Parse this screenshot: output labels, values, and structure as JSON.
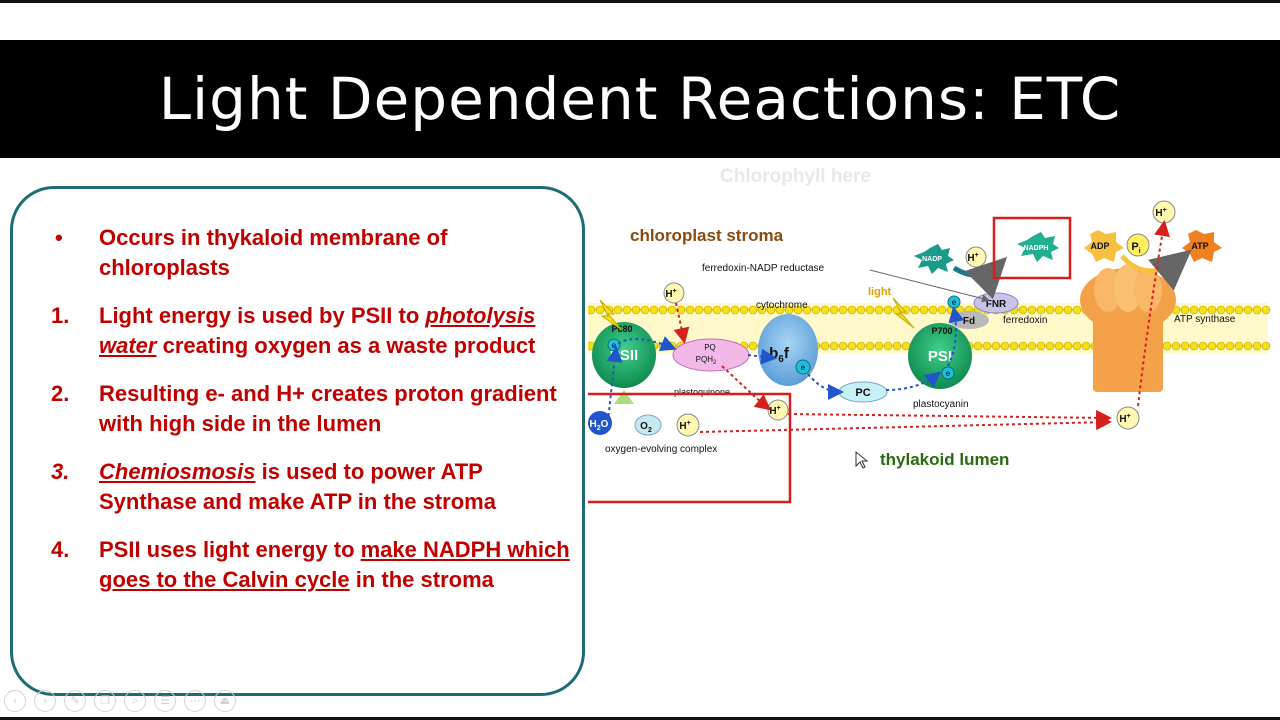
{
  "slide": {
    "title": "Light Dependent Reactions: ETC"
  },
  "bullets": [
    {
      "marker": "•",
      "segments": [
        {
          "text": "Occurs in thykaloid membrane of chloroplasts",
          "style": "plain"
        }
      ]
    },
    {
      "marker": "1.",
      "segments": [
        {
          "text": "Light energy is used by PSII to ",
          "style": "plain"
        },
        {
          "text": "photolysis water",
          "style": "italic-underline"
        },
        {
          "text": " creating oxygen as a waste product",
          "style": "plain"
        }
      ]
    },
    {
      "marker": "2.",
      "segments": [
        {
          "text": "Resulting e- and H+ creates proton gradient with high side in the lumen",
          "style": "plain"
        }
      ]
    },
    {
      "marker": "3.",
      "marker_style": "italic",
      "segments": [
        {
          "text": "Chemiosmosis",
          "style": "italic-underline"
        },
        {
          "text": " is used to power ATP Synthase and make ATP in the stroma",
          "style": "plain"
        }
      ]
    },
    {
      "marker": "4.",
      "segments": [
        {
          "text": "PSII uses light energy to ",
          "style": "plain"
        },
        {
          "text": "make NADPH which goes to the Calvin cycle",
          "style": "underline"
        },
        {
          "text": " in the stroma",
          "style": "plain"
        }
      ]
    }
  ],
  "diagram": {
    "faded_caption": "Chlorophyll here",
    "stroma_label": "chloroplast stroma",
    "lumen_label": "thylakoid lumen",
    "ferredoxin_nadp_reductase": "ferredoxin-NADP reductase",
    "cytochrome": "cytochrome",
    "light_label": "light",
    "atp_synthase": "ATP synthase",
    "ferredoxin": "ferredoxin",
    "plastoquinone": "plastoquinone",
    "plastocyanin": "plastocyanin",
    "oxygen_evolving_complex": "oxygen-evolving complex",
    "psii": "PSII",
    "psi": "PSI",
    "p680": "P680",
    "p700": "P700",
    "pq": "PQ",
    "pqh2": "PQH",
    "pqh2_sub": "2",
    "b6f": "b",
    "b6f_sub": "6",
    "b6f_tail": "f",
    "pc": "PC",
    "fnr": "FNR",
    "fd": "Fd",
    "nadp": "NADP",
    "nadph": "NADPH",
    "adp": "ADP",
    "pi": "P",
    "pi_sub": "i",
    "atp": "ATP",
    "h_plus": "H",
    "h_sup": "+",
    "electron": "e",
    "h2o": "H",
    "h2o_sub": "2",
    "h2o_tail": "O",
    "o2": "O",
    "o2_sub": "2"
  },
  "colors": {
    "title_bg": "#000000",
    "bullet_text": "#c00000",
    "box_border": "#1f6b73",
    "highlight_box": "#d62020",
    "photosystem_green": "#1aa86a",
    "membrane_yellow": "#f4e01a",
    "atp_synthase_orange": "#f4a24a"
  },
  "toolbar": {
    "icons": [
      "prev-icon",
      "next-icon",
      "pen-icon",
      "copy-icon",
      "zoom-icon",
      "menu-icon",
      "more-icon",
      "end-icon"
    ]
  }
}
